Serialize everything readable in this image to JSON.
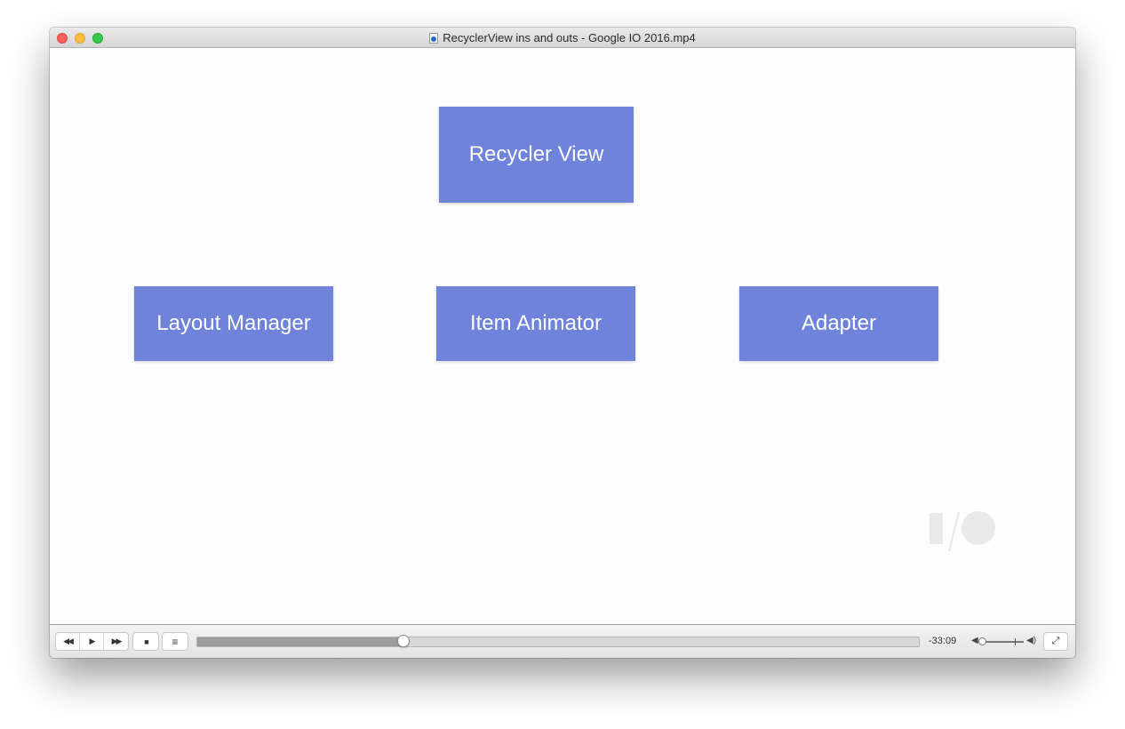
{
  "window": {
    "title": "RecyclerView ins and outs - Google IO 2016.mp4",
    "file_icon": "video-file-icon"
  },
  "video": {
    "boxes": {
      "recycler": "Recycler View",
      "layout": "Layout Manager",
      "animator": "Item Animator",
      "adapter": "Adapter"
    },
    "box_color": "#6e83d9",
    "logo": "google-io-logo"
  },
  "controls": {
    "rewind_icon": "rewind-icon",
    "play_icon": "play-icon",
    "fast_forward_icon": "fast-forward-icon",
    "stop_icon": "stop-icon",
    "playlist_icon": "playlist-icon",
    "seek_progress": 0.286,
    "time_remaining": "-33:09",
    "volume_level": 0.05,
    "fullscreen_icon": "fullscreen-icon"
  }
}
